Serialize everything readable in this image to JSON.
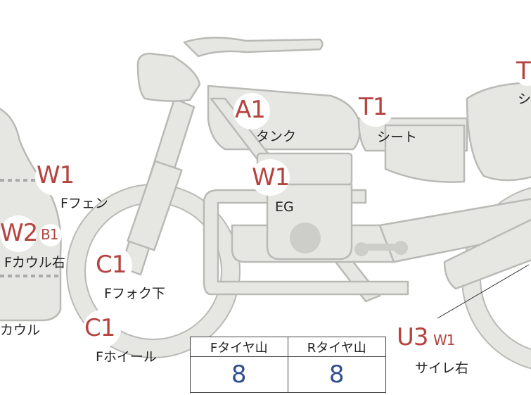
{
  "markers": [
    {
      "id": "tank",
      "code": "A1",
      "label": "タンク"
    },
    {
      "id": "seat",
      "code": "T1",
      "label": "シート"
    },
    {
      "id": "rear-seat",
      "code": "T",
      "label": "シ"
    },
    {
      "id": "engine",
      "code": "W1",
      "label": "EG"
    },
    {
      "id": "front-fender",
      "code": "W1",
      "label": "Fフェン"
    },
    {
      "id": "front-cowl-right",
      "code": "W2",
      "sub_code": "B1",
      "label": "Fカウル右"
    },
    {
      "id": "front-fork",
      "code": "C1",
      "label": "Fフォク下"
    },
    {
      "id": "front-wheel",
      "code": "C1",
      "label": "Fホイール"
    },
    {
      "id": "muffler-right",
      "code": "U3",
      "sub_code": "W1",
      "label": "サイレ右"
    },
    {
      "id": "cowl",
      "label": "カウル"
    }
  ],
  "tire_table": {
    "front_header": "Fタイヤ山",
    "rear_header": "Rタイヤ山",
    "front_value": "8",
    "rear_value": "8"
  },
  "colors": {
    "body_fill": "#e6e6e3",
    "body_stroke": "#b9b9b6",
    "code_red": "#b5433f",
    "value_blue": "#2f4f8f"
  }
}
